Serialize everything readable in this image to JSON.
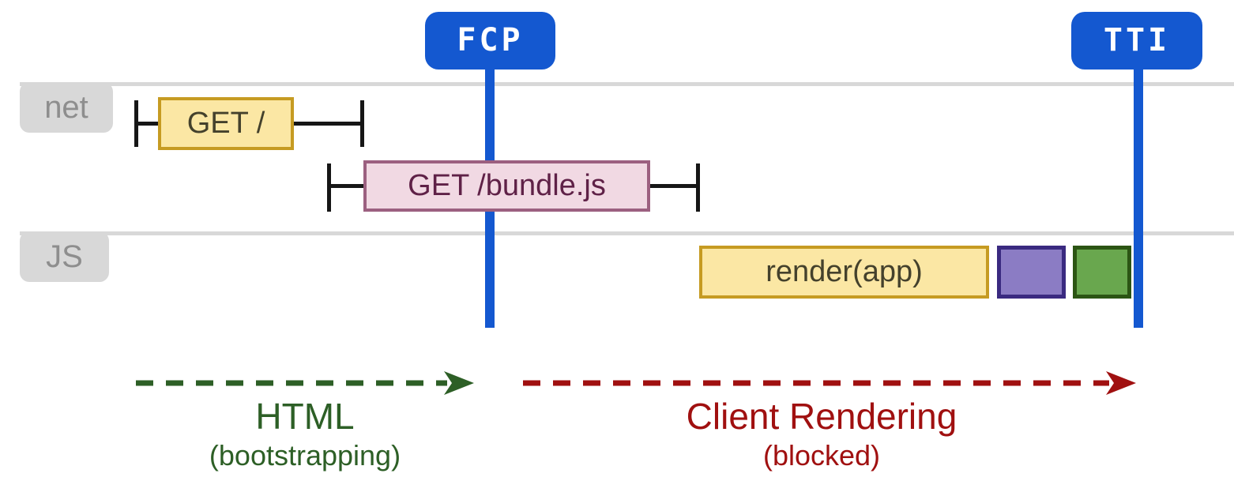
{
  "markers": {
    "fcp": {
      "label": "FCP"
    },
    "tti": {
      "label": "TTI"
    }
  },
  "lanes": {
    "net": {
      "label": "net"
    },
    "js": {
      "label": "JS"
    }
  },
  "tasks": {
    "get_root": {
      "label": "GET /"
    },
    "get_bundle": {
      "label": "GET /bundle.js"
    },
    "render_app": {
      "label": "render(app)"
    },
    "purple_block": {
      "label": ""
    },
    "green_block": {
      "label": ""
    }
  },
  "phases": {
    "html": {
      "title": "HTML",
      "subtitle": "(bootstrapping)"
    },
    "client_rendering": {
      "title": "Client Rendering",
      "subtitle": "(blocked)"
    }
  },
  "colors": {
    "marker_blue": "#1458d0",
    "lane_gray": "#d8d8d8",
    "lane_text_gray": "#8e8e8e",
    "task_yellow_fill": "#fbe7a4",
    "task_yellow_border": "#c69b22",
    "task_pink_fill": "#f1d9e3",
    "task_pink_border": "#9c6080",
    "task_purple_fill": "#8b7cc4",
    "task_purple_border": "#3a2a80",
    "task_green_fill": "#69a74e",
    "task_green_border": "#2c5514",
    "phase_html_green": "#2d5f26",
    "phase_client_red": "#a01010",
    "whisker_black": "#161616"
  }
}
